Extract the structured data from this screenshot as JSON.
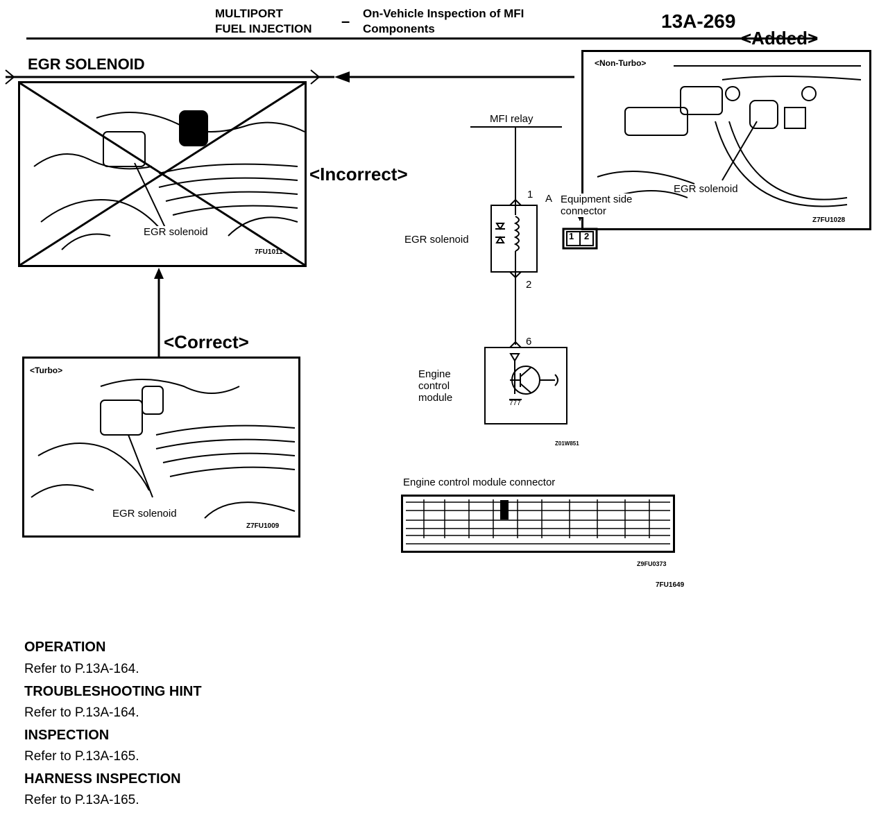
{
  "header": {
    "section_line1": "MULTIPORT",
    "section_line2": "FUEL INJECTION",
    "dash": "–",
    "topic_line1": "On-Vehicle Inspection of MFI",
    "topic_line2": "Components",
    "page_number": "13A-269",
    "added_tag": "<Added>"
  },
  "title": "EGR SOLENOID",
  "photos": {
    "incorrect": {
      "caption": "EGR solenoid",
      "code": "7FU1011",
      "tag": "<Incorrect>"
    },
    "correct": {
      "subtag": "<Turbo>",
      "caption": "EGR solenoid",
      "code": "Z7FU1009",
      "tag": "<Correct>"
    },
    "nonturbo": {
      "subtag": "<Non-Turbo>",
      "caption": "EGR solenoid",
      "code": "Z7FU1028"
    }
  },
  "circuit": {
    "relay": "MFI relay",
    "pin1": "1",
    "pin2": "2",
    "pin6": "6",
    "solenoid": "EGR solenoid",
    "connector_letter": "A",
    "connector_line1": "Equipment side",
    "connector_line2": "connector",
    "conn_pin1": "1",
    "conn_pin2": "2",
    "ecm_line1": "Engine",
    "ecm_line2": "control",
    "ecm_line3": "module",
    "ground": "777",
    "code": "Z01W851"
  },
  "ecm_connector": {
    "label": "Engine control module connector",
    "code1": "Z9FU0373",
    "code2": "7FU1649"
  },
  "sections": [
    {
      "heading": "OPERATION",
      "text": "Refer to P.13A-164."
    },
    {
      "heading": "TROUBLESHOOTING HINT",
      "text": "Refer to P.13A-164."
    },
    {
      "heading": "INSPECTION",
      "text": "Refer to P.13A-165."
    },
    {
      "heading": "HARNESS INSPECTION",
      "text": "Refer to P.13A-165."
    }
  ]
}
